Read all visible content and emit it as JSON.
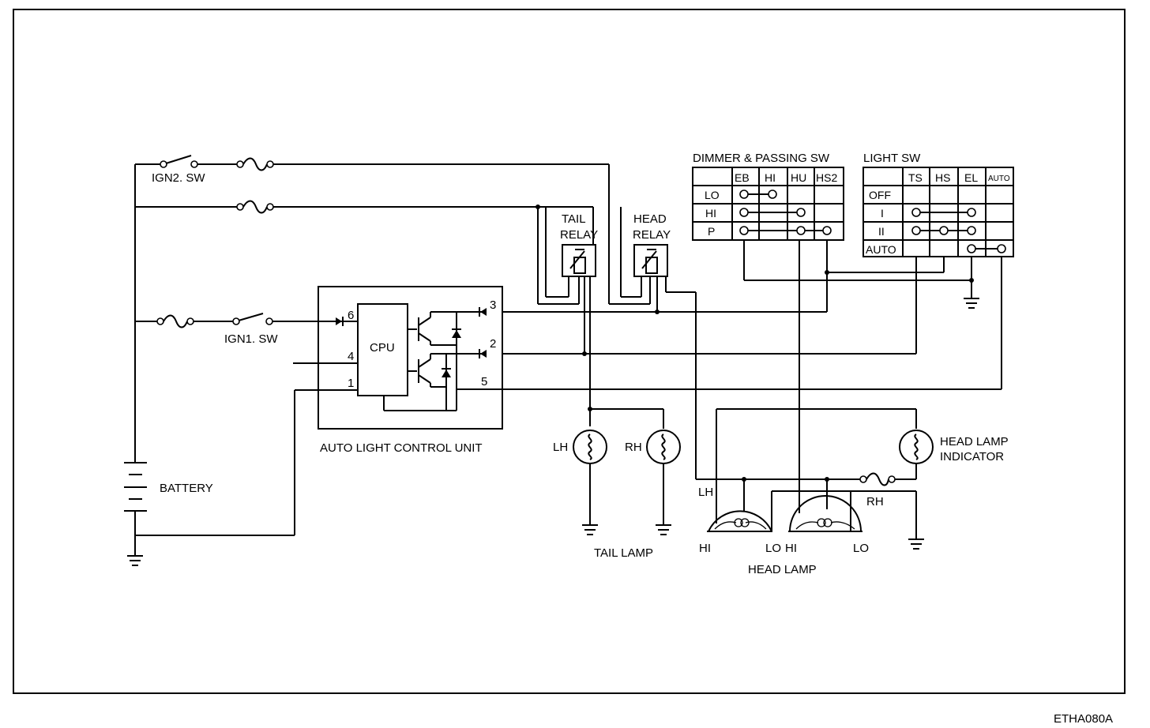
{
  "labels": {
    "ign2_sw": "IGN2. SW",
    "ign1_sw": "IGN1. SW",
    "battery": "BATTERY",
    "cpu": "CPU",
    "control_unit": "AUTO LIGHT CONTROL UNIT",
    "tail_relay_1": "TAIL",
    "tail_relay_2": "RELAY",
    "head_relay_1": "HEAD",
    "head_relay_2": "RELAY",
    "tail_lh": "LH",
    "tail_rh": "RH",
    "tail_lamp": "TAIL LAMP",
    "head_lh": "LH",
    "head_rh": "RH",
    "head_lamp": "HEAD LAMP",
    "hl_hi_1": "HI",
    "hl_lo_1": "LO",
    "hl_hi_2": "HI",
    "hl_lo_2": "LO",
    "indicator_1": "HEAD LAMP",
    "indicator_2": "INDICATOR",
    "figure_code": "ETHA080A"
  },
  "pins": [
    "6",
    "4",
    "1",
    "3",
    "2",
    "5"
  ],
  "dimmer_switch": {
    "title": "DIMMER & PASSING SW",
    "columns": [
      "EB",
      "HI",
      "HU",
      "HS2"
    ],
    "rows": [
      "LO",
      "HI",
      "P"
    ]
  },
  "light_switch": {
    "title": "LIGHT SW",
    "columns": [
      "TS",
      "HS",
      "EL",
      "AUTO"
    ],
    "rows": [
      "OFF",
      "I",
      "II",
      "AUTO"
    ]
  }
}
